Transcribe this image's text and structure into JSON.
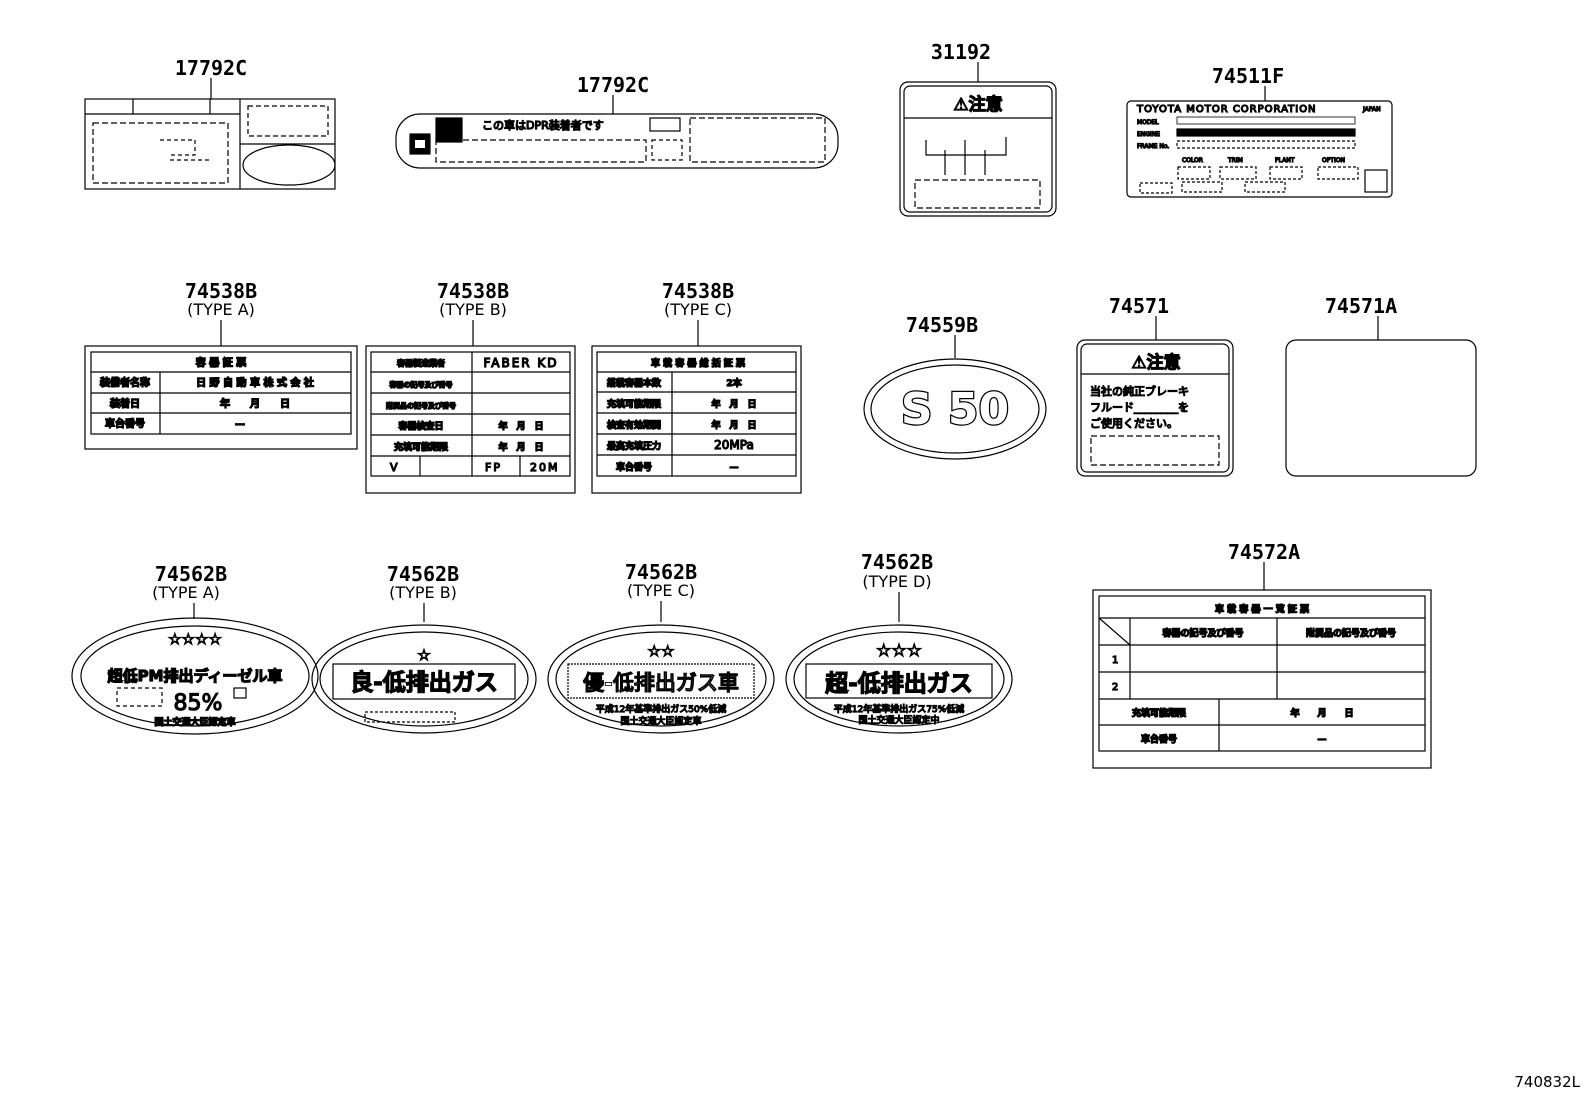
{
  "diagram_id": "740832L",
  "callouts": [
    {
      "part": "17792C",
      "type": ""
    },
    {
      "part": "17792C",
      "type": ""
    },
    {
      "part": "31192",
      "type": ""
    },
    {
      "part": "74511F",
      "type": ""
    },
    {
      "part": "74538B",
      "type": "(TYPE A)"
    },
    {
      "part": "74538B",
      "type": "(TYPE B)"
    },
    {
      "part": "74538B",
      "type": "(TYPE C)"
    },
    {
      "part": "74559B",
      "type": ""
    },
    {
      "part": "74571",
      "type": ""
    },
    {
      "part": "74571A",
      "type": ""
    },
    {
      "part": "74562B",
      "type": "(TYPE A)"
    },
    {
      "part": "74562B",
      "type": "(TYPE B)"
    },
    {
      "part": "74562B",
      "type": "(TYPE C)"
    },
    {
      "part": "74562B",
      "type": "(TYPE D)"
    },
    {
      "part": "74572A",
      "type": ""
    }
  ],
  "labels": {
    "dpr_text": "この車はDPR装着者です",
    "caution_title": "⚠注意",
    "vin_plate": {
      "maker": "TOYOTA MOTOR CORPORATION",
      "country": "JAPAN",
      "rows": [
        "MODEL",
        "ENGINE",
        "FRAME No."
      ],
      "cols": [
        "COLOR",
        "TRIM",
        "PLANT",
        "OPTION"
      ]
    },
    "type_a_table": {
      "title": "容 器 証 票",
      "rows": [
        {
          "k": "装備者名称",
          "v": "日 野 自 動 車 株 式 会 社"
        },
        {
          "k": "装着日",
          "v": "年　　月　　日"
        },
        {
          "k": "車台番号",
          "v": "—"
        }
      ]
    },
    "type_b_table": {
      "rows": [
        {
          "k": "容器製造業者",
          "v": "FABER KD"
        },
        {
          "k": "容器の記号及び番号",
          "v": ""
        },
        {
          "k": "附属品の記号及び番号",
          "v": ""
        },
        {
          "k": "容器検査日",
          "v": "年　月　日"
        },
        {
          "k": "充填可能期限",
          "v": "年　月　日"
        }
      ],
      "footer": [
        "V",
        "",
        "FP",
        "20M"
      ]
    },
    "type_c_table": {
      "title": "車 載 容 器 総 括 証 票",
      "rows": [
        {
          "k": "搭載容器本数",
          "v": "2本"
        },
        {
          "k": "充填可能期限",
          "v": "年　月　日"
        },
        {
          "k": "検査有効期間",
          "v": "年　月　日"
        },
        {
          "k": "最高充填圧力",
          "v": "20MPa"
        },
        {
          "k": "車台番号",
          "v": "—"
        }
      ]
    },
    "s50": "S 50",
    "brake_fluid": [
      "当社の純正ブレーキ",
      "フルード________を",
      "ご使用ください。"
    ],
    "emission_a": {
      "stars": "☆☆☆☆",
      "title": "超低PM排出ディーゼル車",
      "pct": "85%",
      "footer": "国土交通大臣認定車"
    },
    "emission_b": {
      "stars": "☆",
      "title": "良-低排出ガス"
    },
    "emission_c": {
      "stars": "☆☆",
      "title": "優-低排出ガス車",
      "footer1": "平成12年基準排出ガス50%低減",
      "footer2": "国土交通大臣認定車"
    },
    "emission_d": {
      "stars": "☆☆☆",
      "title": "超-低排出ガス",
      "footer1": "平成12年基準排出ガス75%低減",
      "footer2": "国土交通大臣認定中"
    },
    "table_74572": {
      "title": "車 載 容 器 一 覧 証 票",
      "head": [
        "容器の記号及び番号",
        "附属品の記号及び番号"
      ],
      "nums": [
        "1",
        "2"
      ],
      "rows": [
        {
          "k": "充填可能期限",
          "v": "年　　月　　日"
        },
        {
          "k": "車台番号",
          "v": "—"
        }
      ]
    }
  }
}
